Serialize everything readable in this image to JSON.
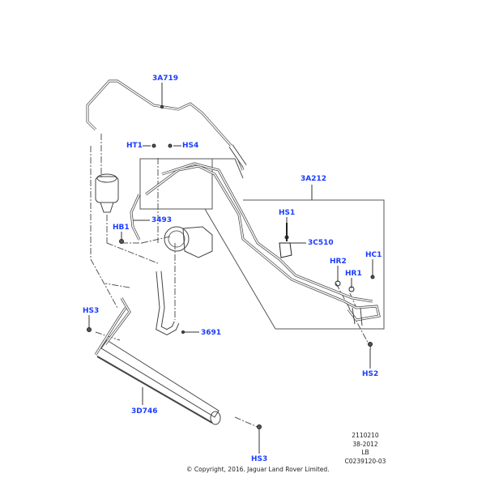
{
  "diagram": {
    "title": "Power steering hoses and cooler",
    "accent_color": "#1a3cff",
    "callouts": {
      "c3A719": "3A719",
      "cHT1": "HT1",
      "cHS4": "HS4",
      "c3A212": "3A212",
      "cHS1": "HS1",
      "c3C510": "3C510",
      "c3493": "3493",
      "cHB1": "HB1",
      "cHR2": "HR2",
      "cHR1": "HR1",
      "cHC1": "HC1",
      "cHS3a": "HS3",
      "c3691": "3691",
      "cHS2": "HS2",
      "c3D746": "3D746",
      "cHS3b": "HS3"
    },
    "info_block": [
      "2110210",
      "38-2012",
      "LB",
      "C0239120-03"
    ],
    "copyright": "© Copyright, 2016. Jaguar Land Rover Limited."
  }
}
